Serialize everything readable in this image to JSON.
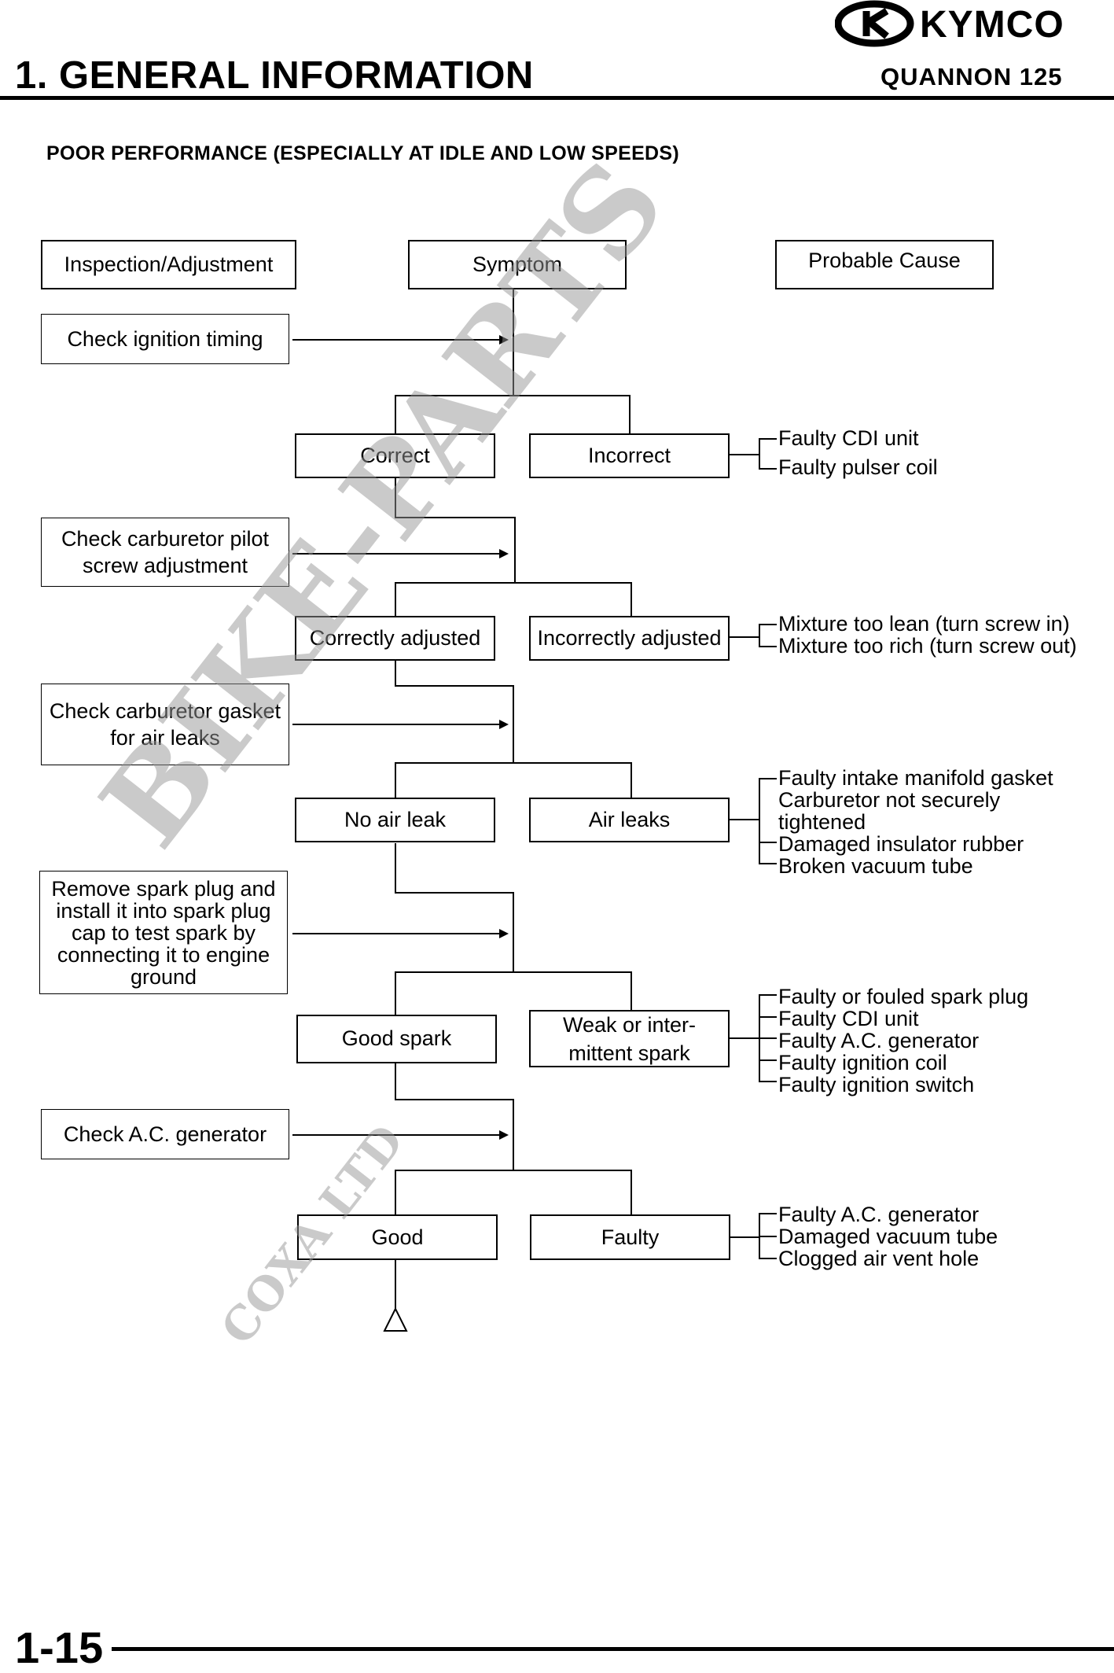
{
  "brand": "KYMCO",
  "header": {
    "title": "1. GENERAL INFORMATION",
    "model": "QUANNON 125"
  },
  "section_title": "POOR PERFORMANCE (ESPECIALLY AT IDLE AND LOW SPEEDS)",
  "columns": {
    "inspection": "Inspection/Adjustment",
    "symptom": "Symptom",
    "cause": "Probable Cause"
  },
  "steps": [
    {
      "inspection": "Check ignition timing",
      "ok": "Correct",
      "bad": "Incorrect",
      "causes": [
        "Faulty CDI unit",
        "Faulty pulser coil"
      ]
    },
    {
      "inspection_lines": [
        "Check carburetor pilot",
        "screw adjustment"
      ],
      "ok": "Correctly adjusted",
      "bad": "Incorrectly adjusted",
      "causes": [
        "Mixture too lean (turn screw in)",
        "Mixture too rich (turn screw out)"
      ]
    },
    {
      "inspection_lines": [
        "Check carburetor gasket",
        "for air leaks"
      ],
      "ok": "No air leak",
      "bad": "Air leaks",
      "causes": [
        "Faulty intake manifold gasket",
        "Carburetor not securely",
        "tightened",
        "Damaged insulator rubber",
        "Broken vacuum tube"
      ]
    },
    {
      "inspection_lines": [
        "Remove spark plug and",
        "install it into spark plug",
        "cap to test spark by",
        "connecting it to engine",
        "ground"
      ],
      "ok": "Good spark",
      "bad_lines": [
        "Weak or inter-",
        "mittent spark"
      ],
      "causes": [
        "Faulty or fouled spark plug",
        "Faulty CDI unit",
        "Faulty A.C. generator",
        "Faulty ignition coil",
        "Faulty ignition switch"
      ]
    },
    {
      "inspection": "Check A.C. generator",
      "ok": "Good",
      "bad": "Faulty",
      "causes": [
        "Faulty A.C. generator",
        "Damaged vacuum tube",
        "Clogged air vent hole"
      ]
    }
  ],
  "watermark": {
    "main": "BIKE-PARTS",
    "sub": "COXA LTD"
  },
  "page_number": "1-15"
}
